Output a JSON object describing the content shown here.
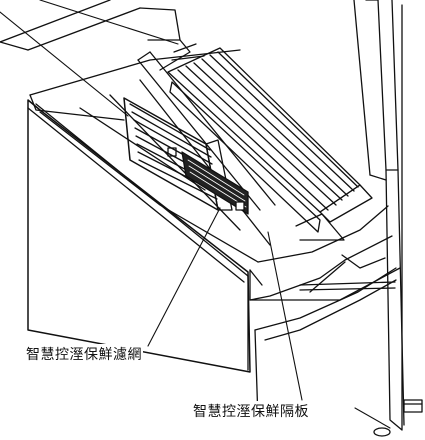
{
  "diagram": {
    "callouts": [
      {
        "id": "filter",
        "text": "智慧控溼保鮮濾網"
      },
      {
        "id": "plate",
        "text": "智慧控溼保鮮隔板"
      }
    ],
    "colors": {
      "line": "#111111",
      "background": "#ffffff"
    }
  }
}
